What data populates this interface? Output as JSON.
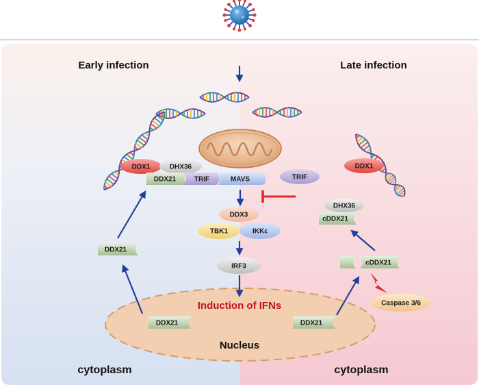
{
  "panels": {
    "left_title": "Early infection",
    "right_title": "Late infection",
    "left_footer": "cytoplasm",
    "right_footer": "cytoplasm"
  },
  "nucleus": {
    "label": "Nucleus",
    "induction": "Induction of IFNs"
  },
  "proteins": {
    "ddx1_left": "DDX1",
    "dhx36_left": "DHX36",
    "ddx21_left": "DDX21",
    "trif_left": "TRIF",
    "mavs": "MAVS",
    "trif_right": "TRIF",
    "ddx1_right": "DDX1",
    "dhx36_right": "DHX36",
    "cddx21_top": "cDDX21",
    "cddx21_bottom": "cDDX21",
    "caspase": "Caspase 3/6",
    "ddx3": "DDX3",
    "tbk1": "TBK1",
    "ikke": "IKKε",
    "irf3": "IRF3",
    "ddx21_cyto_left": "DDX21",
    "ddx21_nuc_left": "DDX21",
    "ddx21_nuc_right": "DDX21"
  },
  "colors": {
    "left_bg": "#dfe6f3",
    "right_bg": "#f7d6dc",
    "nucleus_fill": "#f2cfb0",
    "arrow_blue": "#1f3f9c",
    "inhibit_red": "#e0262b",
    "ifn_red": "#c0141c",
    "virus_blue": "#2f7fc8"
  },
  "icons": {
    "virus": "virus-icon",
    "mitochondrion": "mitochondrion-icon",
    "rna": "double-helix-rna-icon",
    "lightning": "cleavage-lightning-icon"
  }
}
